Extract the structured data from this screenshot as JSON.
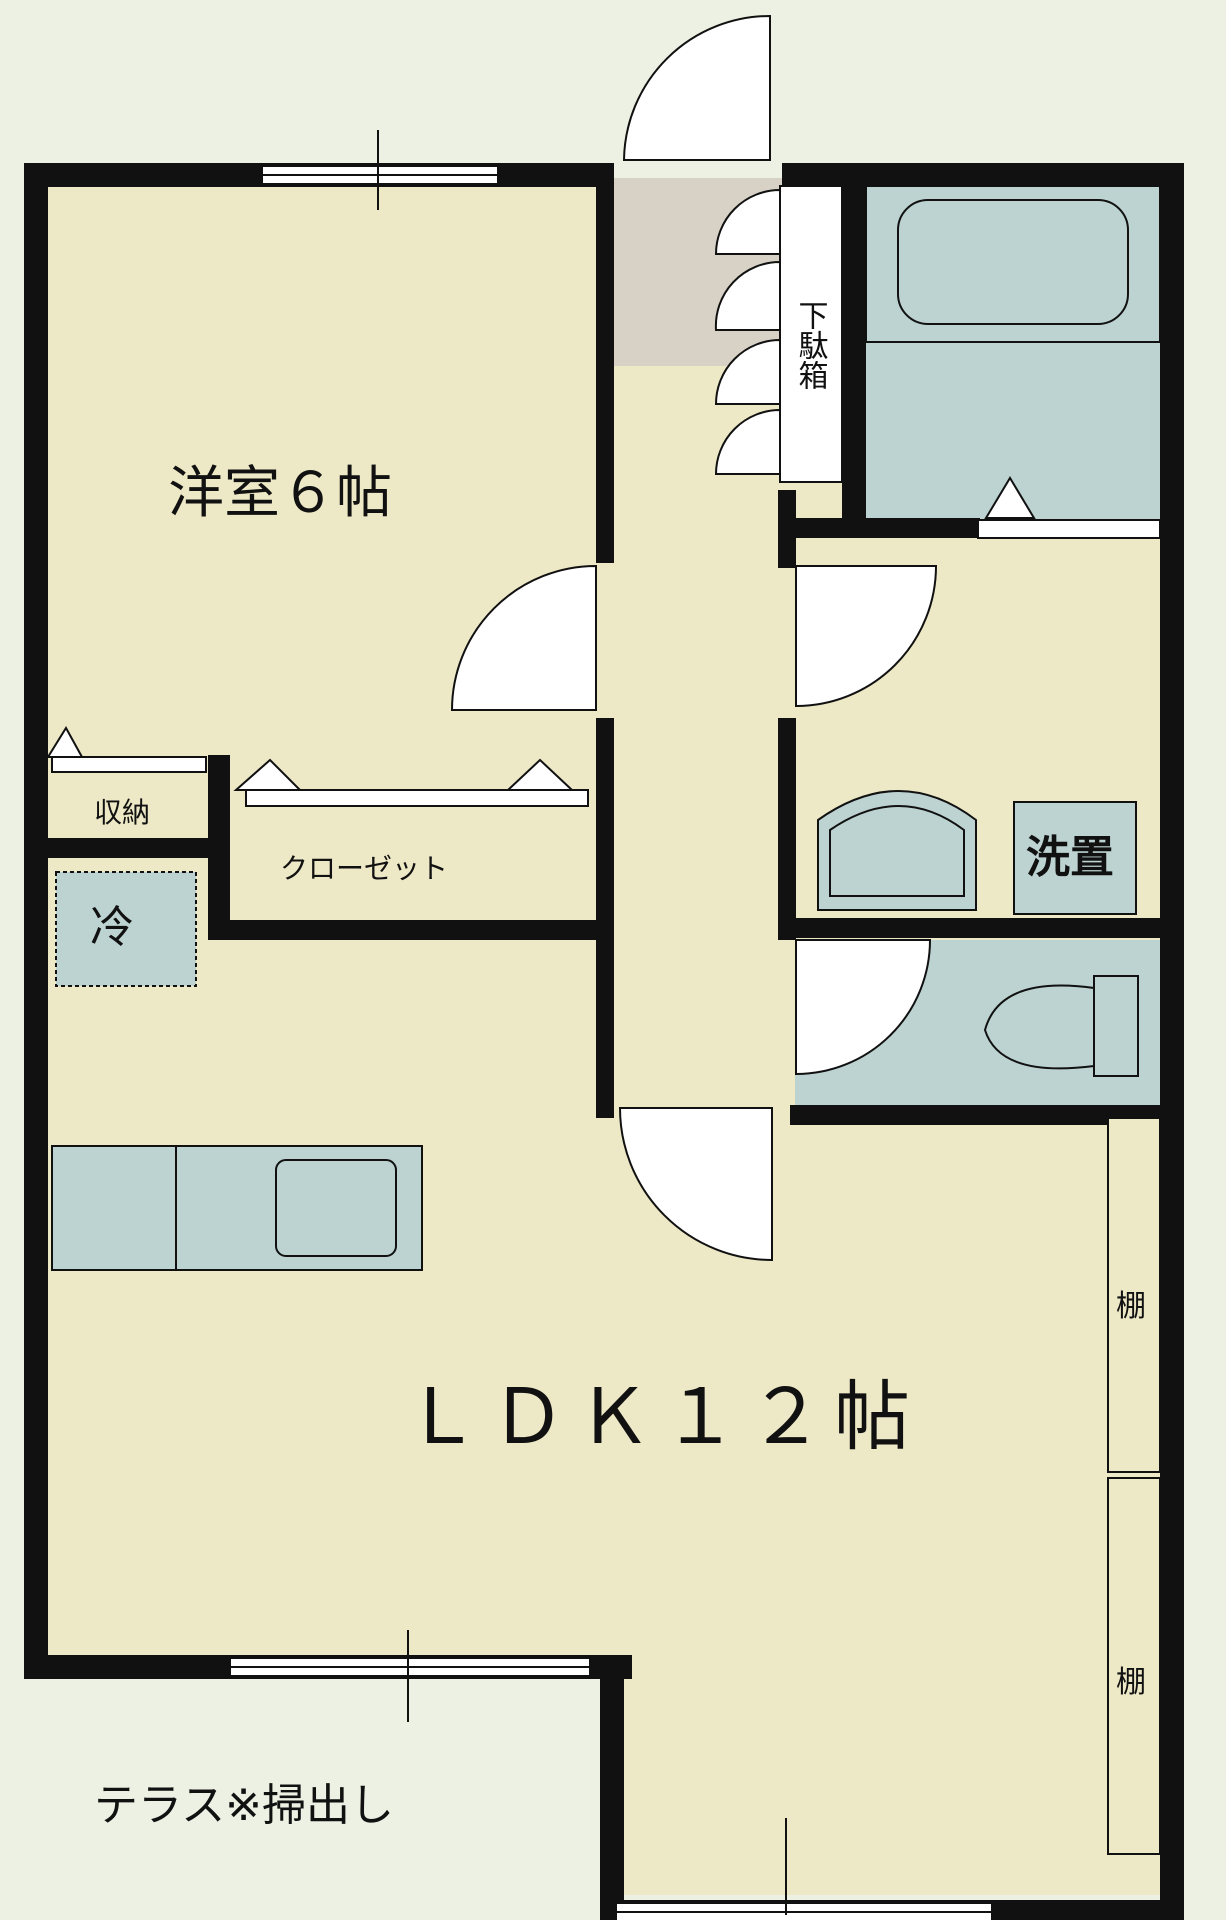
{
  "rooms": {
    "western_room": "洋室６帖",
    "ldk": "ＬＤＫ１２帖",
    "storage": "収納",
    "closet": "クローゼット",
    "refrigerator": "冷",
    "washer": "洗置",
    "shoe_cabinet": "下駄箱",
    "shelf_upper": "棚",
    "shelf_lower": "棚",
    "terrace": "テラス※掃出し"
  },
  "colors": {
    "background": "#edf1e3",
    "floor": "#ede8c6",
    "entry": "#d7d1c6",
    "wet_area": "#bcd3d1",
    "wall": "#111111"
  }
}
